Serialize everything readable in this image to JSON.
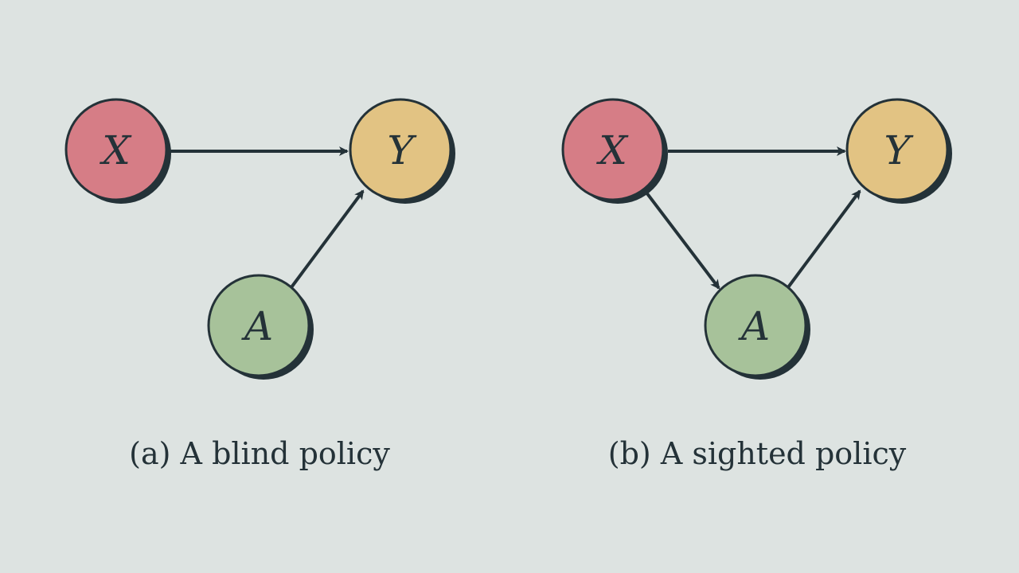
{
  "colors": {
    "background": "#dde3e1",
    "ink": "#243238",
    "node_x": "#d67d86",
    "node_y": "#e2c383",
    "node_a": "#a7c29a"
  },
  "diagrams": [
    {
      "id": "blind",
      "caption": "(a) A blind policy",
      "nodes": {
        "x": {
          "label": "X"
        },
        "y": {
          "label": "Y"
        },
        "a": {
          "label": "A"
        }
      },
      "edges": [
        {
          "from": "X",
          "to": "Y"
        },
        {
          "from": "A",
          "to": "Y"
        }
      ]
    },
    {
      "id": "sighted",
      "caption": "(b) A sighted policy",
      "nodes": {
        "x": {
          "label": "X"
        },
        "y": {
          "label": "Y"
        },
        "a": {
          "label": "A"
        }
      },
      "edges": [
        {
          "from": "X",
          "to": "Y"
        },
        {
          "from": "X",
          "to": "A"
        },
        {
          "from": "A",
          "to": "Y"
        }
      ]
    }
  ]
}
